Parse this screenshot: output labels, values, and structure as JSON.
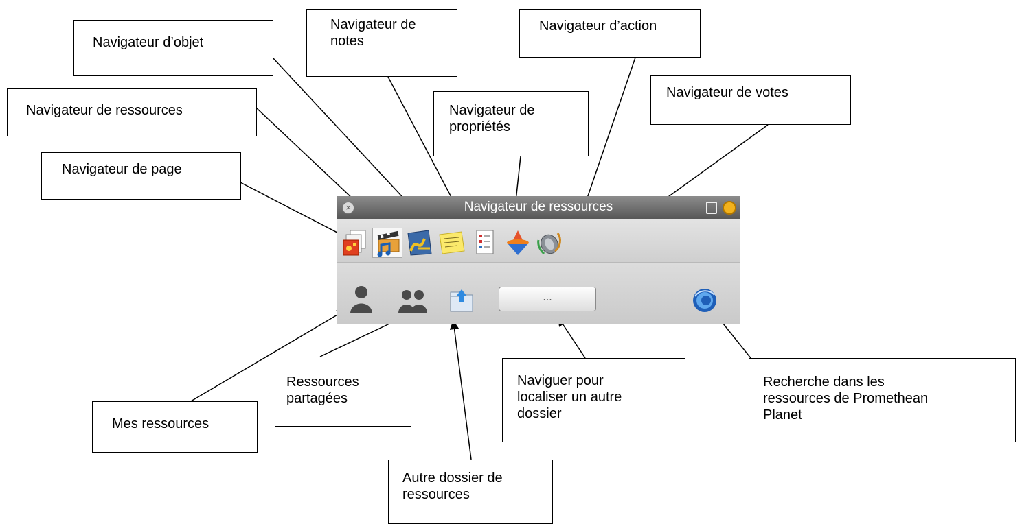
{
  "panel": {
    "title": "Navigateur de ressources",
    "browse_button_label": "..."
  },
  "callouts": {
    "page": "Navigateur de page",
    "resources": "Navigateur de ressources",
    "object": "Navigateur d’objet",
    "notes": "Navigateur de\nnotes",
    "properties": "Navigateur de\npropriétés",
    "action": "Navigateur d’action",
    "votes": "Navigateur de votes",
    "my_resources": "Mes ressources",
    "shared": "Ressources\npartagées",
    "other_folder": "Autre dossier de\nressources",
    "browse": "Naviguer pour\nlocaliser un autre\ndossier",
    "search": "Recherche dans les\nressources de Promethean\nPlanet"
  },
  "icons": {
    "tabs": [
      "page-browser-icon",
      "resource-browser-icon",
      "object-browser-icon",
      "notes-browser-icon",
      "property-browser-icon",
      "action-browser-icon",
      "vote-browser-icon"
    ],
    "lower": [
      "my-resources-icon",
      "shared-resources-icon",
      "other-folder-icon",
      "promethean-planet-search-icon"
    ]
  }
}
